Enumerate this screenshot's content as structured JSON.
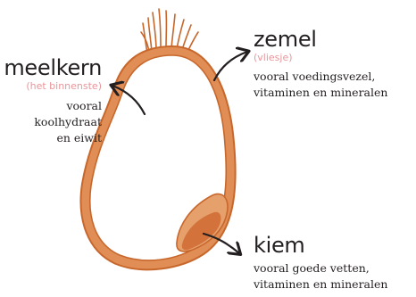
{
  "colors": {
    "bran_outer": "#e08e55",
    "bran_stroke": "#c8672c",
    "endosperm": "#ffffff",
    "germ_light": "#e6a06c",
    "germ_dark": "#d3723b",
    "subtitle": "#e8969a",
    "text": "#231f20"
  },
  "parts": {
    "meelkern": {
      "title": "meelkern",
      "subtitle": "(het binnenste)",
      "description": [
        "vooral",
        "koolhydraat",
        "en eiwit"
      ]
    },
    "zemel": {
      "title": "zemel",
      "subtitle": "(vliesje)",
      "description": [
        "vooral voedingsvezel,",
        "vitaminen en mineralen"
      ]
    },
    "kiem": {
      "title": "kiem",
      "description": [
        "vooral goede vetten,",
        "vitaminen en mineralen"
      ]
    }
  }
}
